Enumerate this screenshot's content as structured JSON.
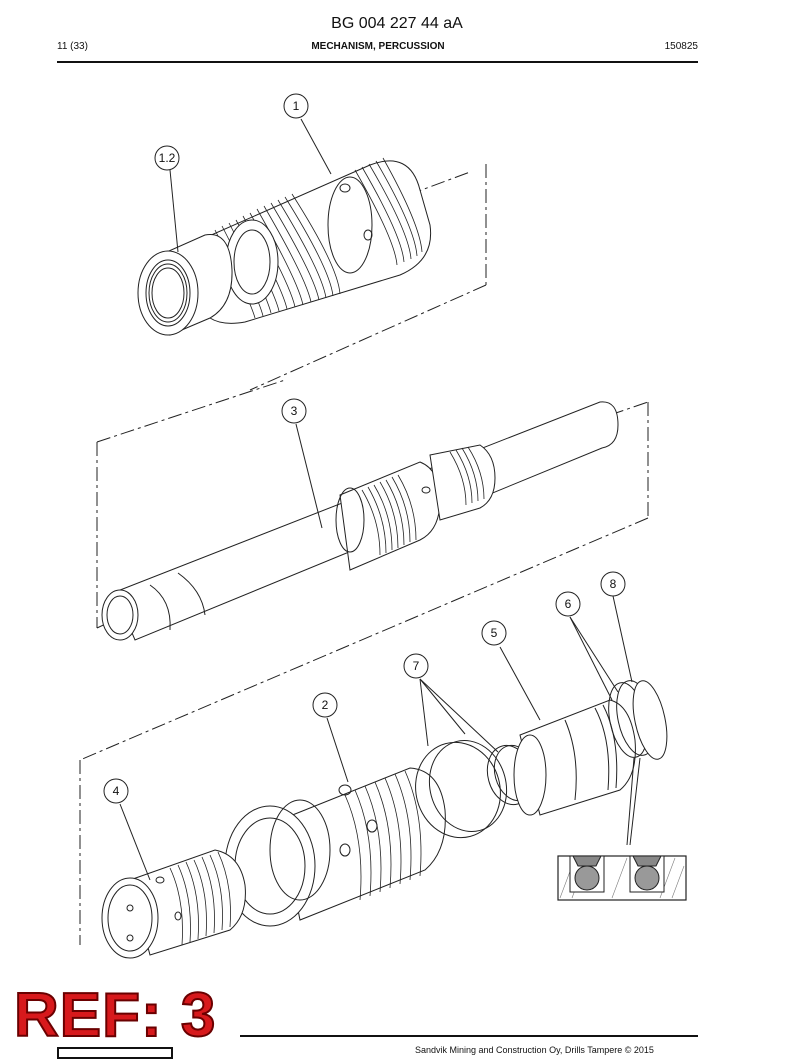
{
  "header": {
    "doc_number": "BG 004 227 44 aA",
    "page_ref": "11 (33)",
    "section_title": "MECHANISM, PERCUSSION",
    "doc_date": "150825"
  },
  "callouts": [
    "1",
    "1.2",
    "3",
    "8",
    "6",
    "5",
    "7",
    "2",
    "4"
  ],
  "ref_label": "REF: 3",
  "footer": {
    "copyright": "Sandvik Mining and Construction Oy, Drills Tampere © 2015"
  }
}
